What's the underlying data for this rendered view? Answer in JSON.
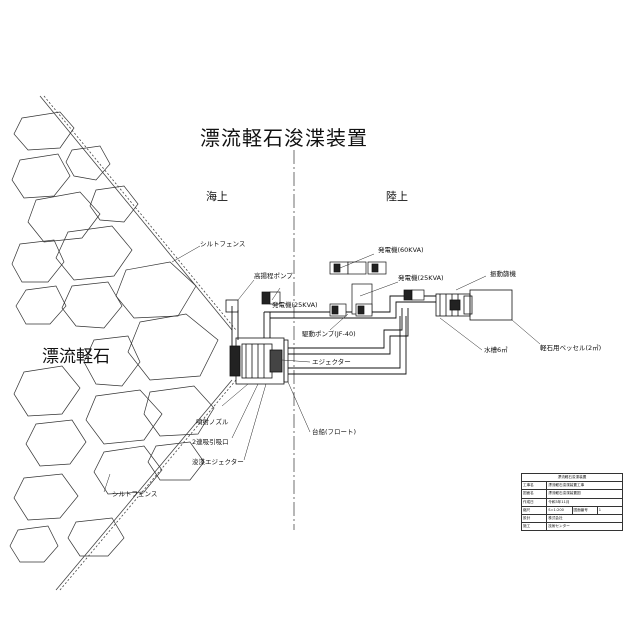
{
  "title": "漂流軽石浚渫装置",
  "zones": {
    "sea": "海上",
    "land": "陸上"
  },
  "area_label": "漂流軽石",
  "labels": {
    "silt_fence_top": "シルトフェンス",
    "silt_fence_bottom": "シルトフェンス",
    "high_lift_pump": "高揚程ポンプ",
    "generator_60": "発電機(60KVA)",
    "generator_25_right": "発電機(25KVA)",
    "generator_25_left": "発電機(25KVA)",
    "drive_pump": "駆動ポンプ(JF-40)",
    "ejector": "エジェクター",
    "jet_nozzle": "噴射ノズル",
    "intake": "2連吸引吸口",
    "dredge_ejector": "浚渫エジェクター",
    "float": "台船(フロート)",
    "vibrating_sieve": "振動篩機",
    "water_tank": "水槽6㎥",
    "bag": "軽石用ベッセル(2㎥)"
  },
  "title_block": {
    "header": "漂流軽石浚渫装置",
    "rows": [
      {
        "key": "工事名",
        "value": "漂流軽石浚渫装置工事"
      },
      {
        "key": "図面名",
        "value": "漂流軽石浚渫装置図"
      },
      {
        "key": "作成日",
        "value": "令和3年11月"
      },
      {
        "key": "縮尺",
        "value": "S=1:200",
        "key2": "図面番号",
        "value2": "1"
      },
      {
        "key": "設計",
        "value": "株式会社"
      },
      {
        "key": "施工",
        "value": "技術センター"
      }
    ]
  },
  "colors": {
    "line": "#111111",
    "fence": "#444444"
  }
}
